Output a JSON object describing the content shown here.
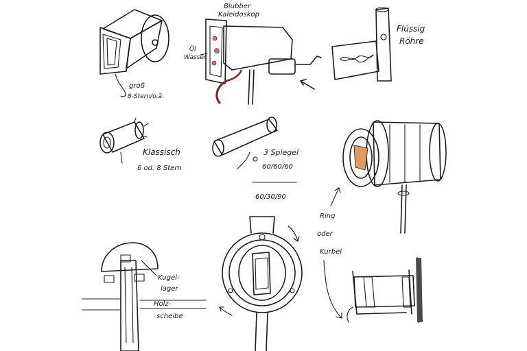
{
  "labels": {
    "gross": "groß",
    "gross_sub": "8-Stern/o.ä.",
    "blubber_1": "Blubber",
    "blubber_2": "Kaleidoskop",
    "oel_1": "Öl",
    "oel_2": "Wasser",
    "fluessig_1": "Flüssig",
    "fluessig_2": "Röhre",
    "klassisch_1": "Klassisch",
    "klassisch_2": "6 od. 8 Stern",
    "spiegel_1": "3 Spiegel",
    "spiegel_2": "60/60/60",
    "spiegel_3": "60/30/90",
    "ring_1": "Ring",
    "ring_2": "oder",
    "ring_3": "Kurbel",
    "kugel_1": "Kugel-",
    "kugel_2": "lager",
    "holz_1": "Holz-",
    "holz_2": "scheibe"
  },
  "colors": {
    "ink": "#1c1c1c",
    "yellow": "#e9e29a",
    "yellow_green": "#d9e39a",
    "orange": "#e7a46a",
    "orange_light": "#f0c79a",
    "brown_red": "#8b2d2d",
    "gray": "#9a9a9a"
  }
}
